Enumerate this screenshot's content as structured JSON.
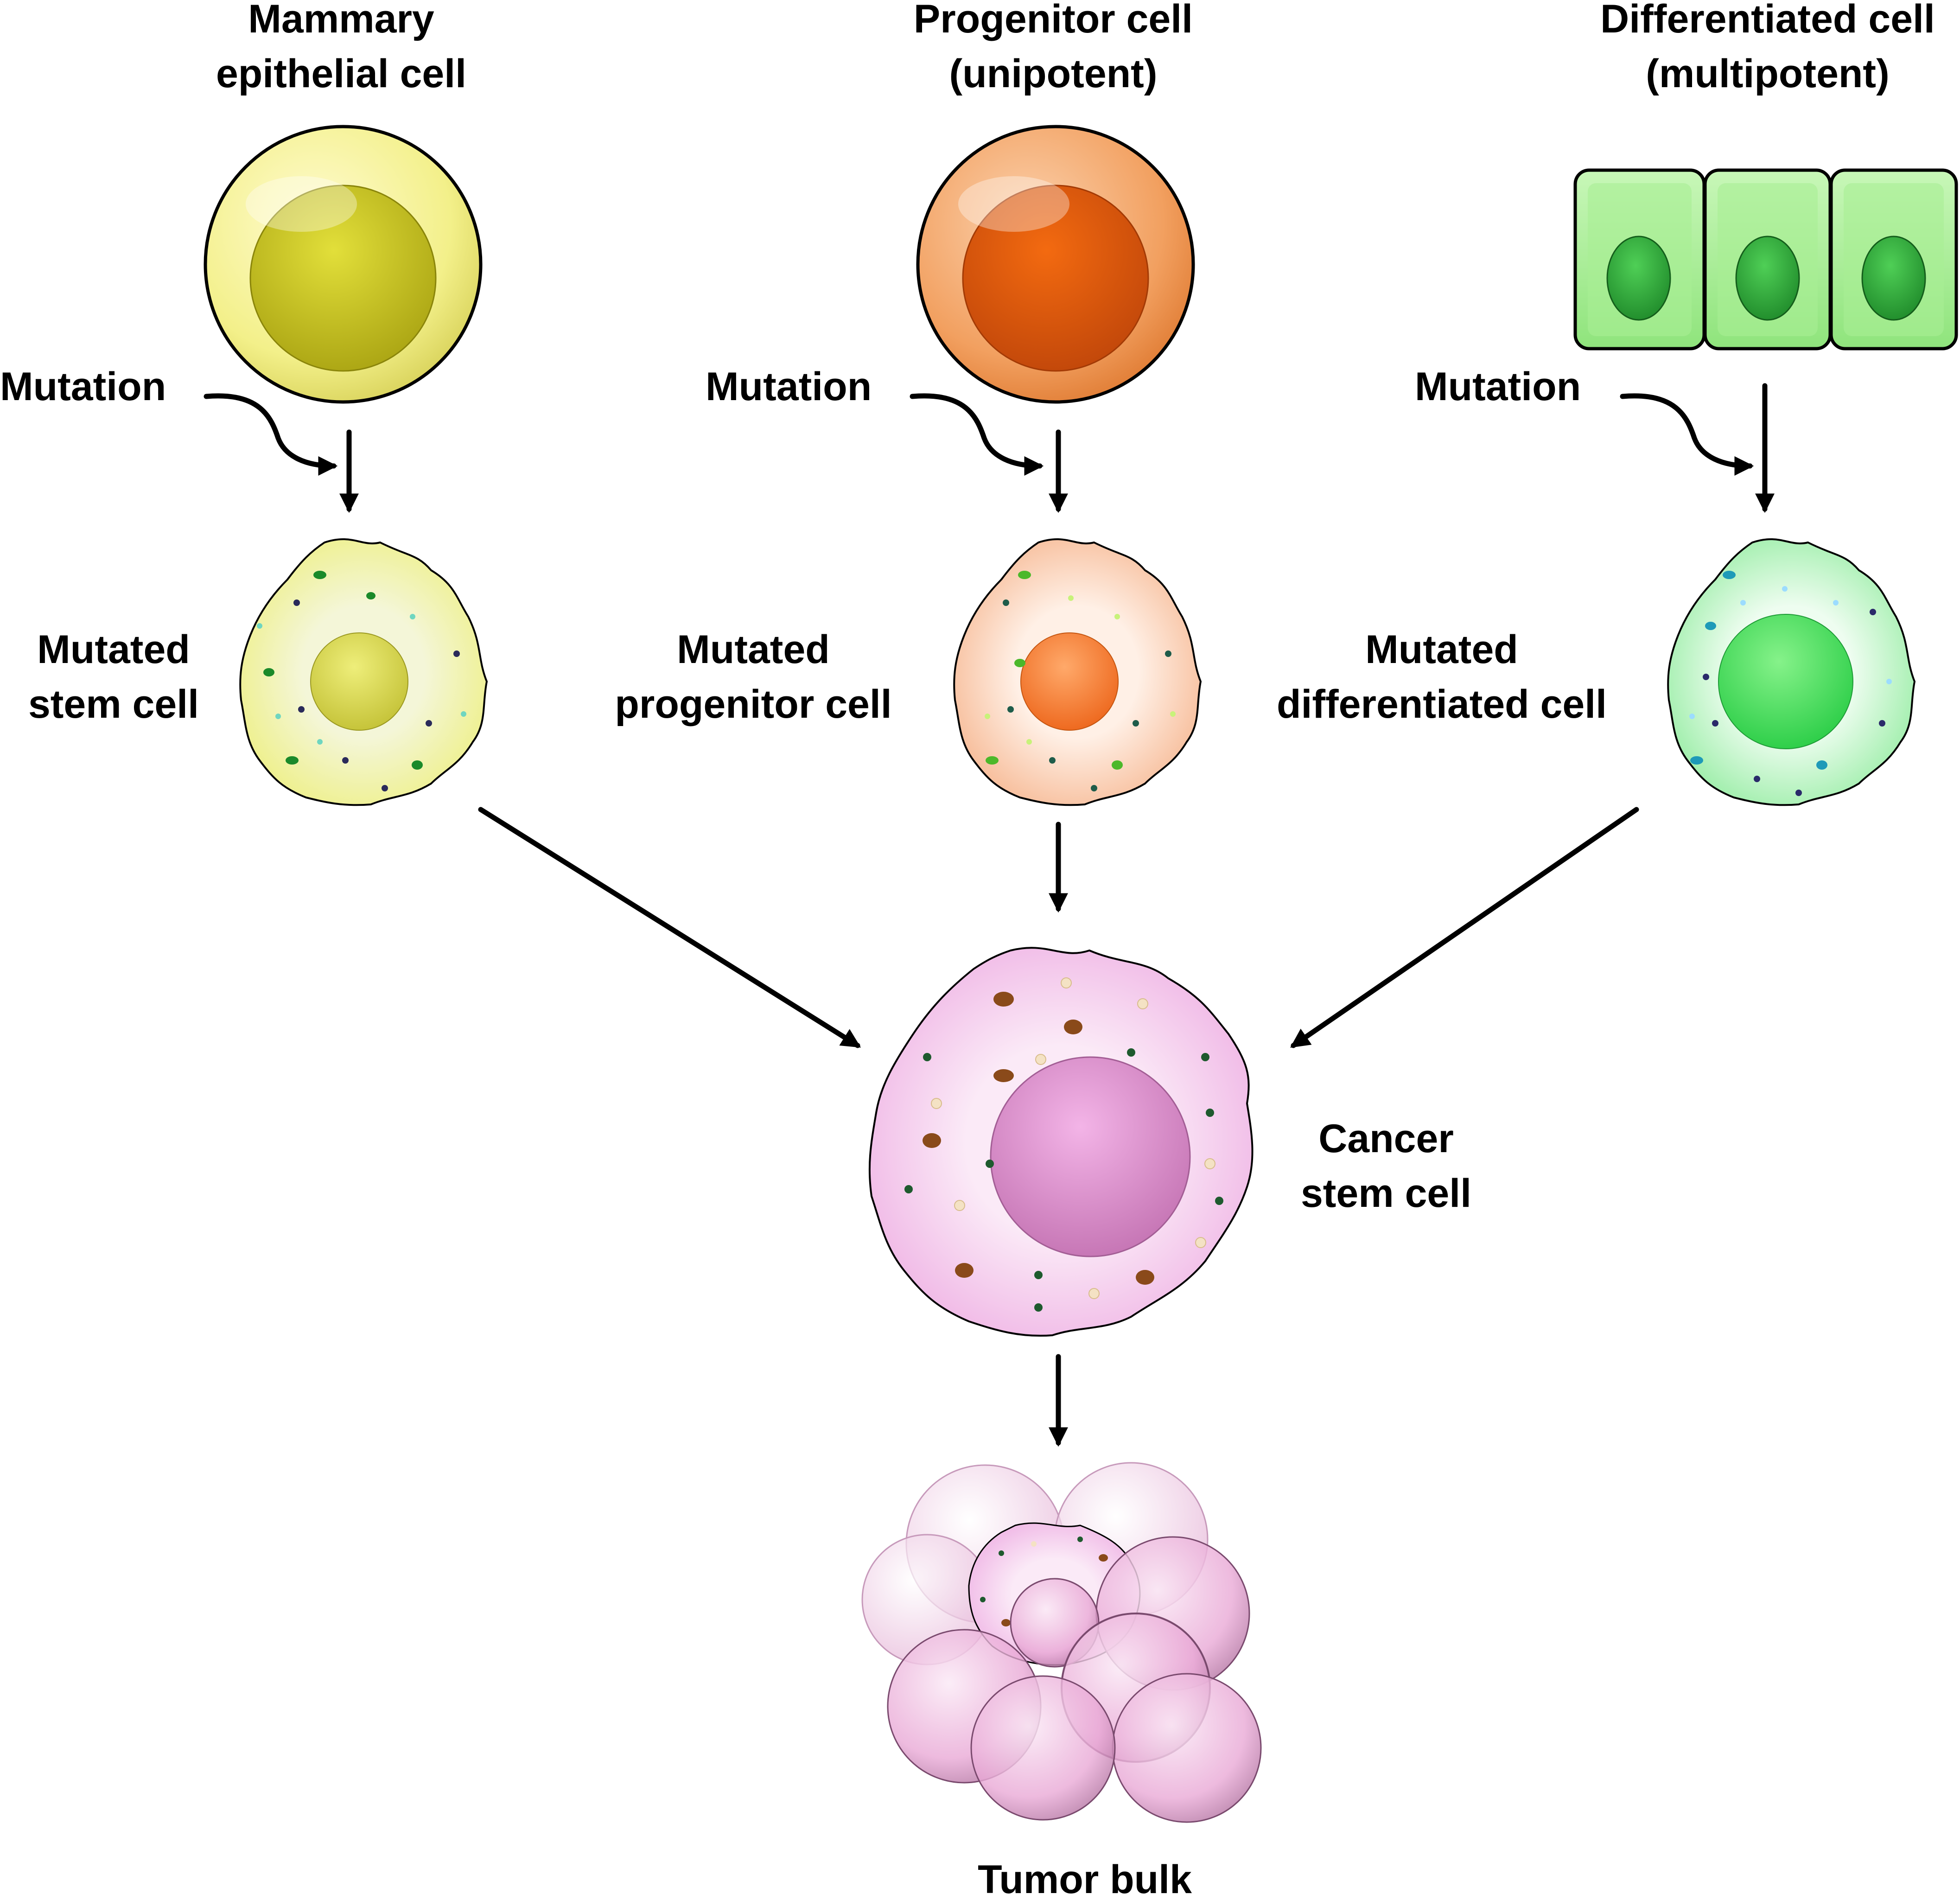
{
  "columns": [
    {
      "id": "stem",
      "source_label": [
        "Mammary",
        "epithelial cell"
      ],
      "mutation_label": "Mutation",
      "mutated_label": [
        "Mutated",
        "stem cell"
      ]
    },
    {
      "id": "progenitor",
      "source_label": [
        "Progenitor cell",
        "(unipotent)"
      ],
      "mutation_label": "Mutation",
      "mutated_label": [
        "Mutated",
        "progenitor cell"
      ]
    },
    {
      "id": "differentiated",
      "source_label": [
        "Differentiated cell",
        "(multipotent)"
      ],
      "mutation_label": "Mutation",
      "mutated_label": [
        "Mutated",
        "differentiated cell"
      ]
    }
  ],
  "cancer_stem_cell_label": [
    "Cancer",
    "stem cell"
  ],
  "tumor_bulk_label": "Tumor bulk",
  "colors": {
    "stem_cytoplasm": "#f3f08a",
    "stem_nucleus": "#c9c41e",
    "progenitor_cytoplasm": "#f2a060",
    "progenitor_nucleus": "#e0560c",
    "differentiated_cytoplasm": "#a8ef98",
    "differentiated_nucleus": "#2eb23c",
    "cancer_cytoplasm": "#f6c6ee",
    "cancer_nucleus": "#d98ccc",
    "arrow": "#000000"
  }
}
